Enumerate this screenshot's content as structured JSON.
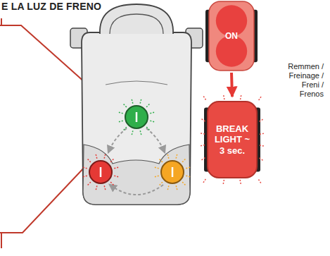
{
  "diagram": {
    "title": "E LA LUZ DE FRENO",
    "nodes": [
      {
        "text": [
          "ON"
        ]
      },
      {
        "text": [
          "BREAK LIGHT ~ 3 sec."
        ]
      }
    ],
    "edges": [
      {
        "from": 0,
        "to": 1,
        "arrow": "to",
        "label": "Remmen / Freinage / Freni / Frenos"
      }
    ]
  }
}
